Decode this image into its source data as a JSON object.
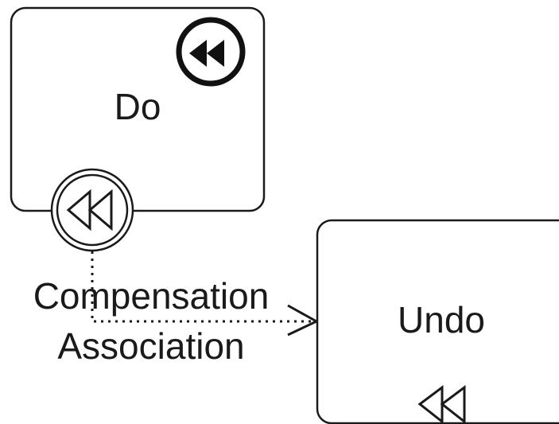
{
  "diagram": {
    "type": "BPMN compensation",
    "nodes": {
      "do_task": {
        "label": "Do",
        "marker": "throw-compensation-icon"
      },
      "boundary_event": {
        "marker": "catch-compensation-icon"
      },
      "undo_task": {
        "label": "Undo",
        "marker": "compensation-marker-icon"
      }
    },
    "edges": {
      "compensation_association": {
        "label_line1": "Compensation",
        "label_line2": "Association",
        "style": "dotted",
        "from": "boundary_event",
        "to": "undo_task"
      }
    },
    "colors": {
      "stroke": "#1a1a1a",
      "fill": "#ffffff",
      "text": "#1a1a1a"
    }
  }
}
